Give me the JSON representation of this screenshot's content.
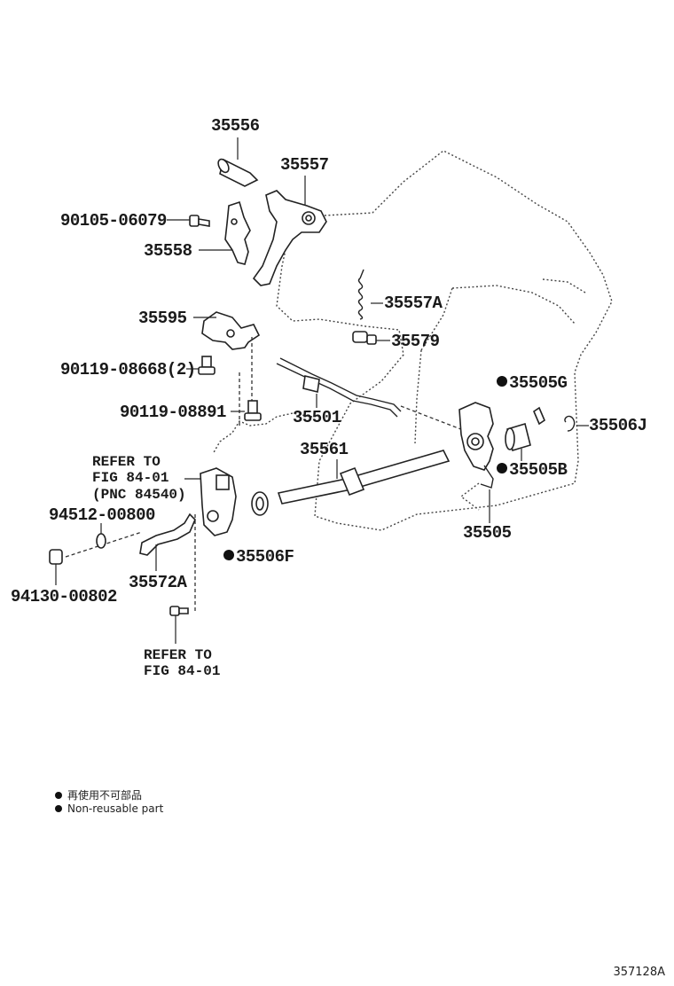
{
  "parts": [
    {
      "id": "p35556",
      "text": "35556",
      "nonreusable": false
    },
    {
      "id": "p35557",
      "text": "35557",
      "nonreusable": false
    },
    {
      "id": "p90105",
      "text": "90105-06079",
      "nonreusable": false
    },
    {
      "id": "p35558",
      "text": "35558",
      "nonreusable": false
    },
    {
      "id": "p35557A",
      "text": "35557A",
      "nonreusable": false
    },
    {
      "id": "p35595",
      "text": "35595",
      "nonreusable": false
    },
    {
      "id": "p35579",
      "text": "35579",
      "nonreusable": false
    },
    {
      "id": "p90119a",
      "text": "90119-08668(2)",
      "nonreusable": false
    },
    {
      "id": "p35505G",
      "text": "35505G",
      "nonreusable": true
    },
    {
      "id": "p90119b",
      "text": "90119-08891",
      "nonreusable": false
    },
    {
      "id": "p35501",
      "text": "35501",
      "nonreusable": false
    },
    {
      "id": "p35506J",
      "text": "35506J",
      "nonreusable": false
    },
    {
      "id": "p35561",
      "text": "35561",
      "nonreusable": false
    },
    {
      "id": "p35505B",
      "text": "35505B",
      "nonreusable": true
    },
    {
      "id": "p94512",
      "text": "94512-00800",
      "nonreusable": false
    },
    {
      "id": "p35505",
      "text": "35505",
      "nonreusable": false
    },
    {
      "id": "p35506F",
      "text": "35506F",
      "nonreusable": true
    },
    {
      "id": "p35572A",
      "text": "35572A",
      "nonreusable": false
    },
    {
      "id": "p94130",
      "text": "94130-00802",
      "nonreusable": false
    }
  ],
  "references": {
    "ref1": [
      "REFER TO",
      "FIG 84-01",
      "(PNC 84540)"
    ],
    "ref2": [
      "REFER TO",
      "FIG 84-01"
    ]
  },
  "legend": {
    "jp": "再使用不可部品",
    "en": "Non-reusable part"
  },
  "figure_number": "357128A"
}
